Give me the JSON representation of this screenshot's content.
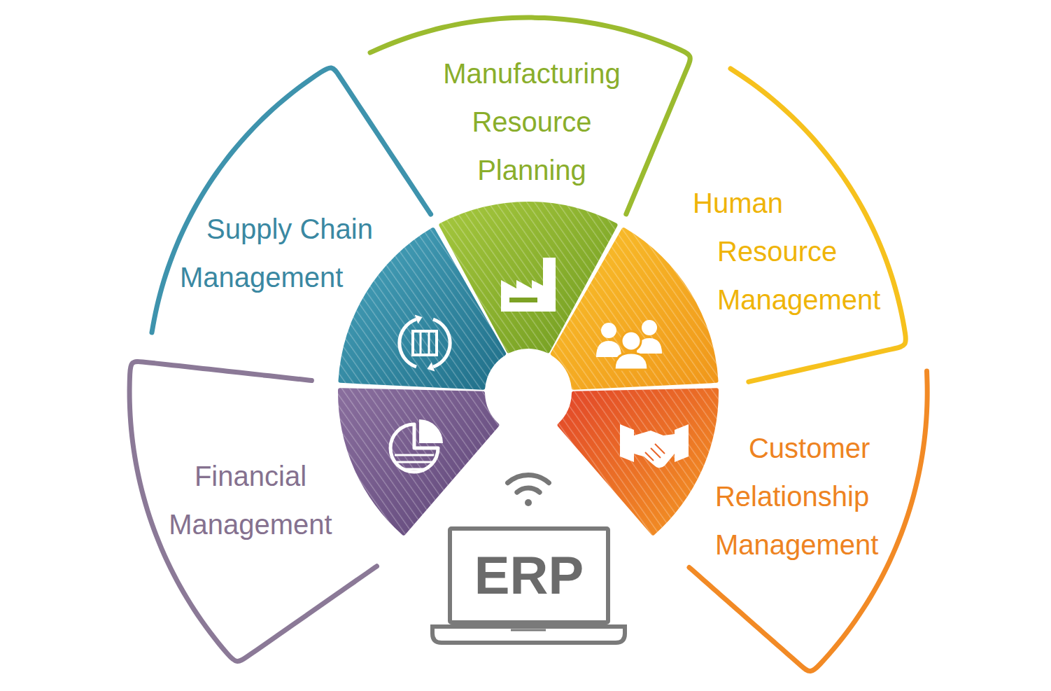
{
  "diagram": {
    "nodes": [
      {
        "text": [
          "Manufacturing Resource Planning"
        ]
      },
      {
        "text": [
          "Supply Chain Management"
        ]
      },
      {
        "text": [
          "Human Resource Management"
        ]
      },
      {
        "text": [
          "Customer Relationship Management"
        ]
      },
      {
        "text": [
          "Financial Management"
        ]
      },
      {
        "text": [
          "ERP"
        ]
      }
    ]
  }
}
